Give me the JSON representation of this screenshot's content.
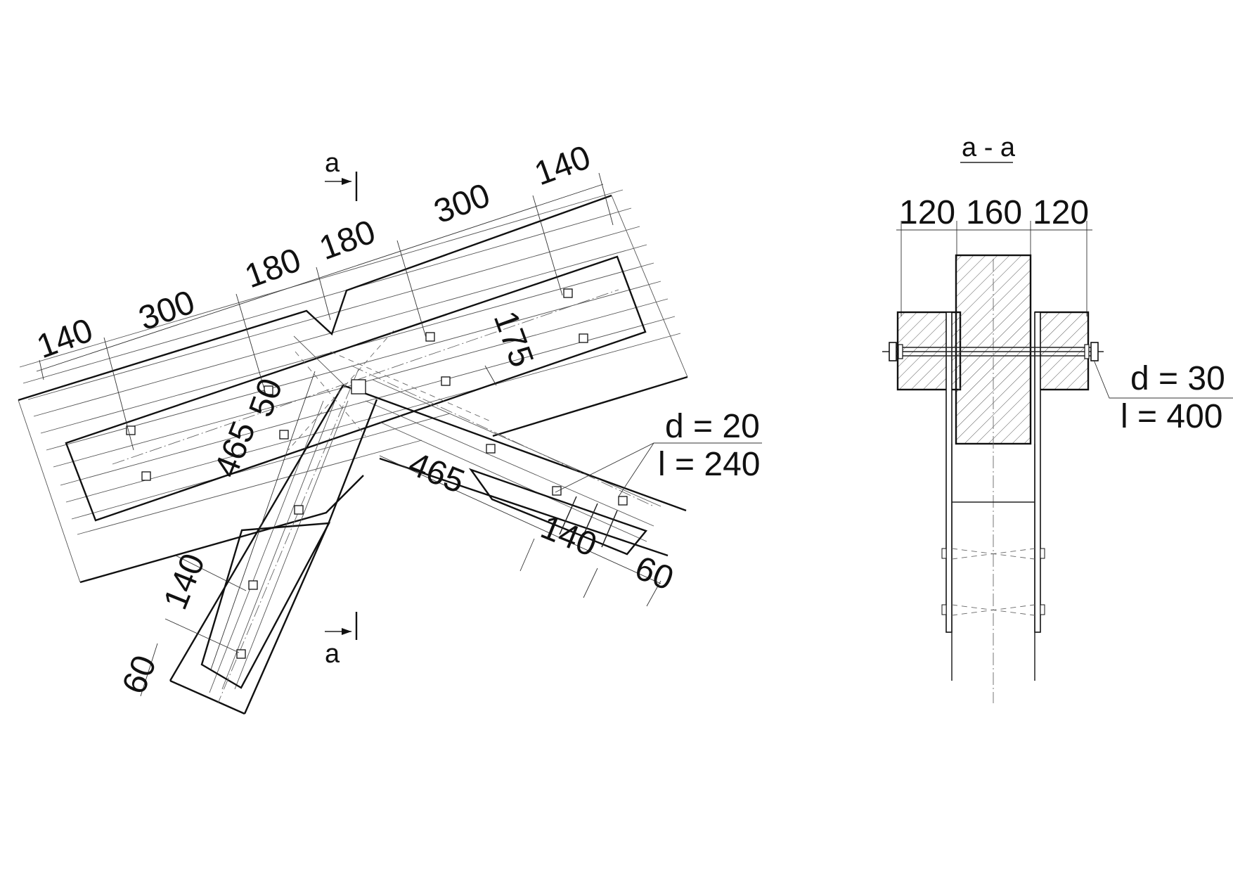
{
  "plan": {
    "section_marks": {
      "top": "a",
      "bottom": "a"
    },
    "dims_top": [
      "140",
      "300",
      "180",
      "180",
      "300",
      "140"
    ],
    "dim_175": "175",
    "dim_50": "50",
    "dim_465_left": "465",
    "dim_465_right": "465",
    "dim_140_right": "140",
    "dim_60_right": "60",
    "dim_140_left": "140",
    "dim_60_left": "60",
    "bolt_note": {
      "d": "d = 20",
      "l": "l = 240"
    }
  },
  "section": {
    "title": "a - a",
    "dims": [
      "120",
      "160",
      "120"
    ],
    "bolt_note": {
      "d": "d = 30",
      "l": "l = 400"
    }
  }
}
